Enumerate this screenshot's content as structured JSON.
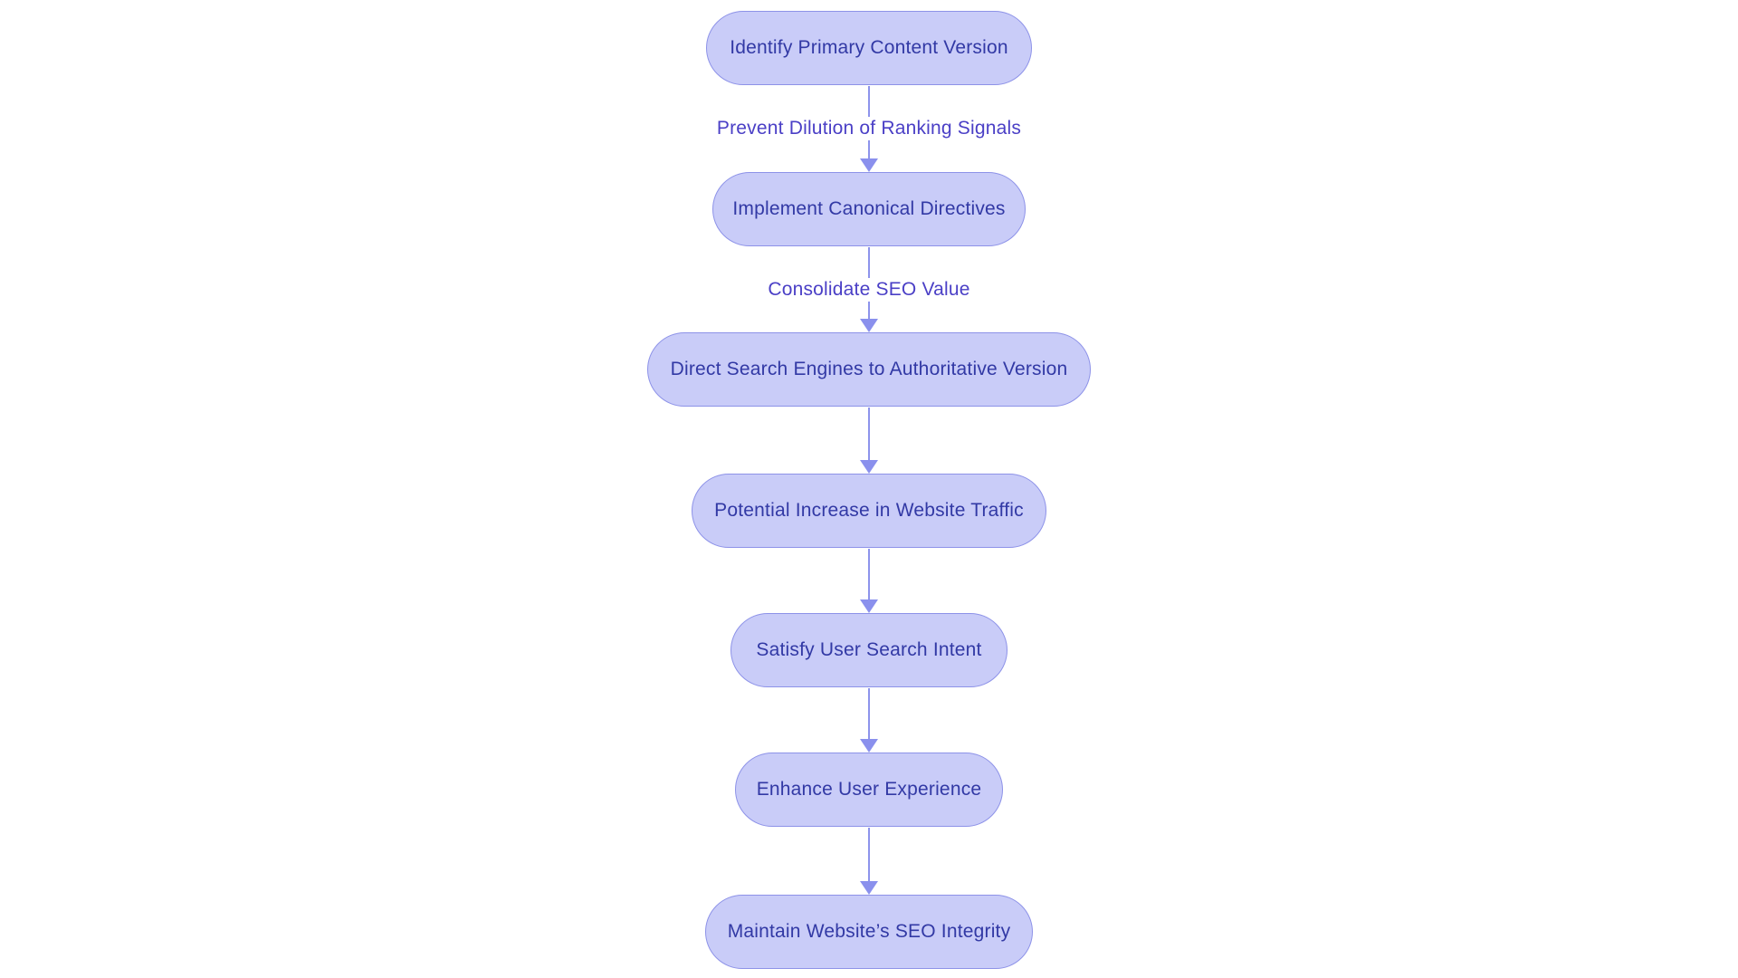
{
  "flowchart": {
    "title": "",
    "colors": {
      "background": "#ffffff",
      "node_fill": "#c9ccf8",
      "node_border": "#8d92e8",
      "node_text": "#3239a5",
      "edge_line": "#8d93ec",
      "edge_label_text": "#4a3fc6"
    },
    "nodes": [
      {
        "id": "1",
        "label": "Identify Primary Content Version"
      },
      {
        "id": "2",
        "label": "Implement Canonical Directives"
      },
      {
        "id": "3",
        "label": "Direct Search Engines to Authoritative Version"
      },
      {
        "id": "4",
        "label": "Potential Increase in Website Traffic"
      },
      {
        "id": "5",
        "label": "Satisfy User Search Intent"
      },
      {
        "id": "6",
        "label": "Enhance User Experience"
      },
      {
        "id": "7",
        "label": "Maintain Website’s SEO Integrity"
      }
    ],
    "edges": [
      {
        "from": "1",
        "to": "2",
        "label": "Prevent Dilution of Ranking Signals"
      },
      {
        "from": "2",
        "to": "3",
        "label": "Consolidate SEO Value"
      },
      {
        "from": "3",
        "to": "4"
      },
      {
        "from": "4",
        "to": "5"
      },
      {
        "from": "5",
        "to": "6"
      },
      {
        "from": "6",
        "to": "7"
      }
    ]
  }
}
